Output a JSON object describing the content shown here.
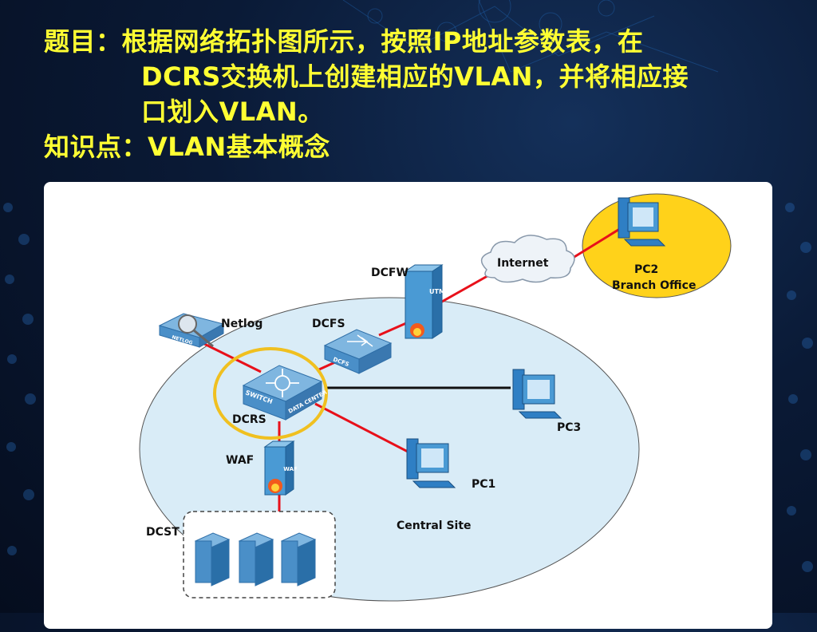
{
  "title": {
    "line1": "题目：根据网络拓扑图所示，按照IP地址参数表，在",
    "line2": "DCRS交换机上创建相应的VLAN，并将相应接",
    "line3": "口划入VLAN。",
    "line4": "知识点：VLAN基本概念"
  },
  "diagram": {
    "nodes": {
      "internet": "Internet",
      "dcfw": "DCFW",
      "utm_tag": "UTM",
      "pc2": "PC2",
      "branch_office": "Branch Office",
      "netlog": "Netlog",
      "netlog_tag": "NETLOG",
      "dcfs": "DCFS",
      "dcfs_tag": "DCFS",
      "switch_tag1": "SWITCH",
      "switch_tag2": "DATA CENTER",
      "dcrs": "DCRS",
      "waf": "WAF",
      "waf_tag": "WAF",
      "pc3": "PC3",
      "pc1": "PC1",
      "central_site": "Central Site",
      "dcst": "DCST"
    },
    "colors": {
      "link": "#e8101a",
      "trunk_link": "#111111",
      "central_zone": "#d9ecf7",
      "branch_zone": "#ffd21a",
      "highlight": "#f0c020"
    }
  }
}
